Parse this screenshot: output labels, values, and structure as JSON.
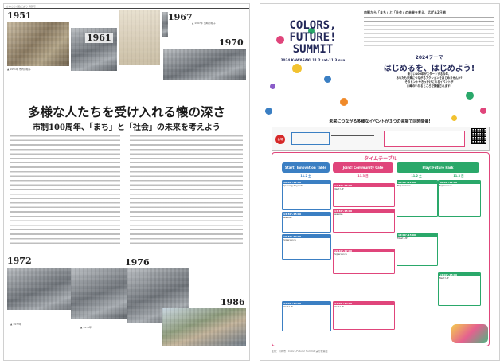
{
  "left_page": {
    "header_note": "かわさき市政だより 特別号",
    "years": [
      "1951",
      "1961",
      "1967",
      "1970",
      "1972",
      "1976",
      "1986"
    ],
    "headline": "多様な人たちを受け入れる懐の深さ",
    "subheadline": "市制100周年、「まち」と「社会」の未来を考えよう"
  },
  "right_page": {
    "intro": "市制から「まち」と「社会」の未来を考え、広げる2日間",
    "summit_lines": [
      "COLORS,",
      "FUTURE!",
      "SUMMIT"
    ],
    "date_line": "2024 KAWASAKI 11.2 sat-11.3 sun",
    "theme_label": "2024テーマ",
    "theme_title": "はじめるを、はじめよう!",
    "theme_lines": [
      "新しい100年がスタートする今年、",
      "あなたも未来につながるアクションをはじめませんか?",
      "そのヒントやきっかけになるイベントが",
      "川崎のいたるところで開催されます!"
    ],
    "venues_banner": "未来につながる多様なイベントが３つの会場で同時開催!",
    "venue_label": "会場",
    "timetable_title": "タイムテーブル",
    "columns": [
      {
        "name": "Start! Innovation Table",
        "color": "#3b7fc3"
      },
      {
        "name": "Joint! Community Cafe",
        "color": "#e0457b"
      },
      {
        "name": "Play! Future Park",
        "color": "#2aa86a"
      }
    ],
    "dates": [
      "11.2 土",
      "11.3 日",
      "11.2 土",
      "11.3 日"
    ],
    "events": [
      {
        "time": "10:00〜11:00",
        "label": "Opening Keynote"
      },
      {
        "time": "11:30〜13:00",
        "label": "Meet UP"
      },
      {
        "time": "13:30〜15:00",
        "label": "Session"
      },
      {
        "time": "15:30〜17:00",
        "label": "Experience"
      },
      {
        "time": "10:00〜12:00",
        "label": "Experience"
      },
      {
        "time": "13:00〜15:00",
        "label": "Meet UP"
      }
    ],
    "footer": "主催：川崎市 / Colors,Future! Summit 実行委員会"
  }
}
